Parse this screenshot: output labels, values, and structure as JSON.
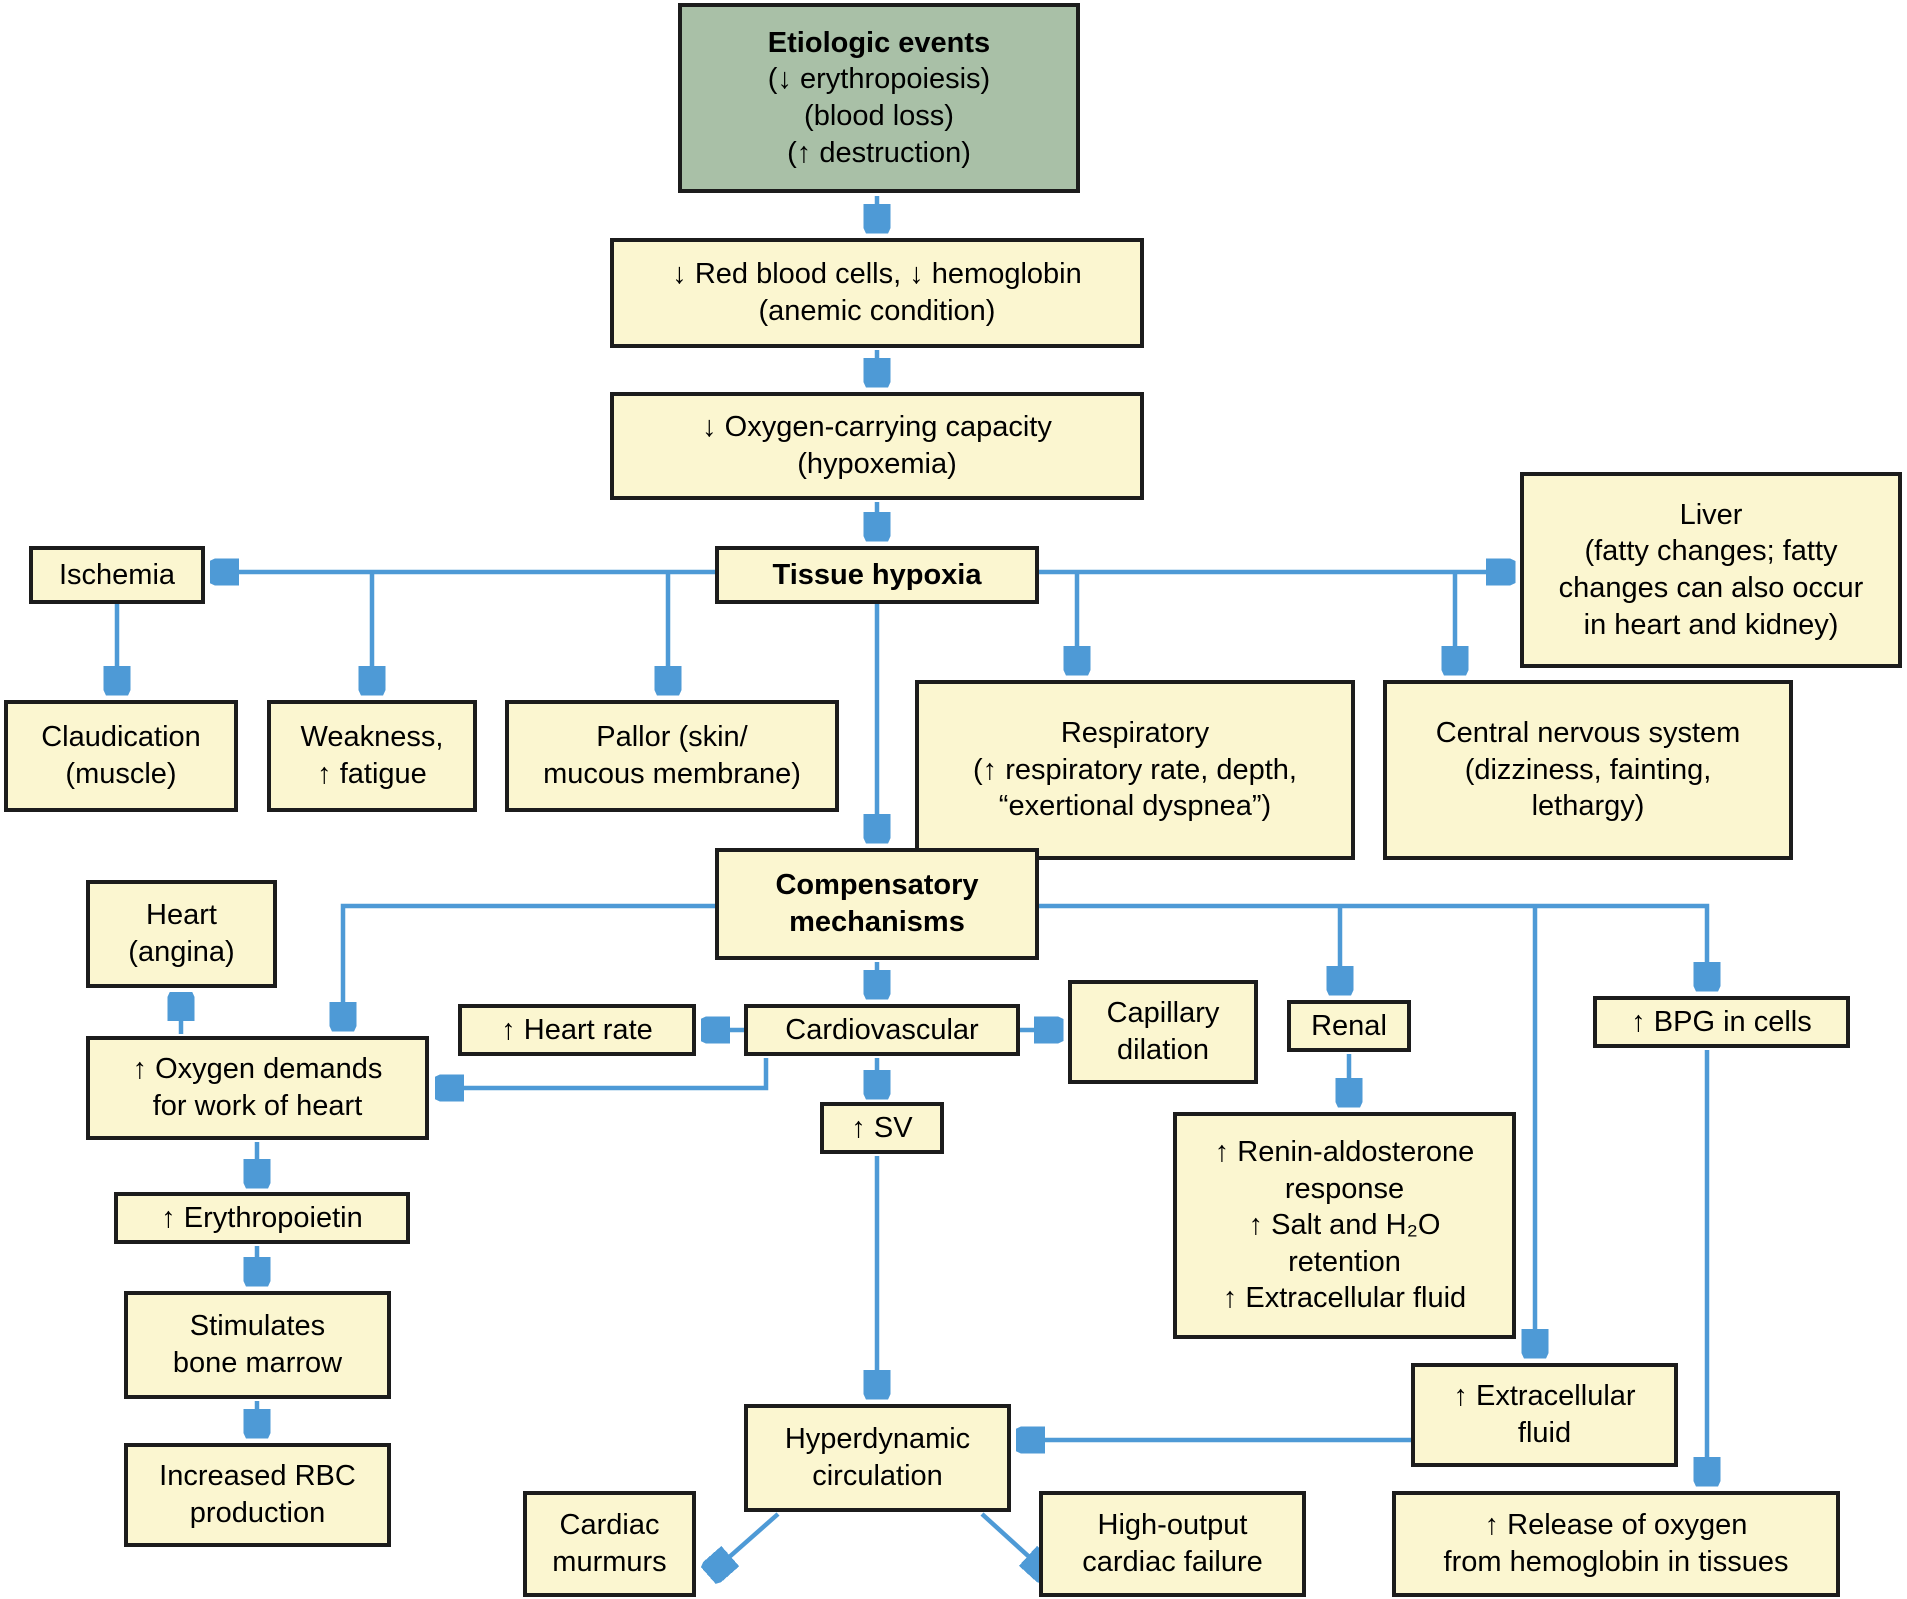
{
  "colors": {
    "page_background": "#ffffff",
    "box_fill": "#fbf6d0",
    "header_fill": "#a9c0a7",
    "box_border": "#1c1c1c",
    "arrow": "#4e9ad6",
    "text": "#000000"
  },
  "nodes": {
    "etiologic": {
      "title": "Etiologic events",
      "subtitle": "(↓ erythropoiesis)\n(blood loss)\n(↑ destruction)"
    },
    "rbc": {
      "text": "↓ Red blood cells, ↓ hemoglobin\n(anemic condition)"
    },
    "oxygen_capacity": {
      "text": "↓ Oxygen-carrying capacity\n(hypoxemia)"
    },
    "tissue_hypoxia": {
      "text": "Tissue hypoxia"
    },
    "ischemia": {
      "text": "Ischemia"
    },
    "liver": {
      "text": "Liver\n(fatty changes; fatty\nchanges can also occur\nin heart and kidney)"
    },
    "claudication": {
      "text": "Claudication\n(muscle)"
    },
    "weakness": {
      "text": "Weakness,\n↑ fatigue"
    },
    "pallor": {
      "text": "Pallor (skin/\nmucous membrane)"
    },
    "respiratory": {
      "text": "Respiratory\n(↑ respiratory rate, depth,\n“exertional dyspnea”)"
    },
    "cns": {
      "text": "Central nervous system\n(dizziness, fainting,\nlethargy)"
    },
    "compensatory": {
      "text": "Compensatory\nmechanisms"
    },
    "heart_angina": {
      "text": "Heart\n(angina)"
    },
    "oxygen_demands": {
      "text": "↑ Oxygen demands\nfor work of heart"
    },
    "heart_rate": {
      "text": "↑ Heart rate"
    },
    "cardiovascular": {
      "text": "Cardiovascular"
    },
    "capillary_dilation": {
      "text": "Capillary\ndilation"
    },
    "renal": {
      "text": "Renal"
    },
    "bpg": {
      "text": "↑ BPG in cells"
    },
    "sv": {
      "text": "↑ SV"
    },
    "renin": {
      "text": "↑ Renin-aldosterone\nresponse\n↑ Salt and H₂O\nretention\n↑ Extracellular fluid"
    },
    "erythropoietin": {
      "text": "↑ Erythropoietin"
    },
    "bone_marrow": {
      "text": "Stimulates\nbone marrow"
    },
    "rbc_production": {
      "text": "Increased RBC\nproduction"
    },
    "ecf": {
      "text": "↑ Extracellular\nfluid"
    },
    "hyperdynamic": {
      "text": "Hyperdynamic\ncirculation"
    },
    "cardiac_murmurs": {
      "text": "Cardiac\nmurmurs"
    },
    "high_output": {
      "text": "High-output\ncardiac failure"
    },
    "oxygen_release": {
      "text": "↑ Release of oxygen\nfrom hemoglobin in tissues"
    }
  },
  "edges": [
    {
      "from": "etiologic",
      "to": "rbc"
    },
    {
      "from": "rbc",
      "to": "oxygen_capacity"
    },
    {
      "from": "oxygen_capacity",
      "to": "tissue_hypoxia"
    },
    {
      "from": "tissue_hypoxia",
      "to": "ischemia"
    },
    {
      "from": "tissue_hypoxia",
      "to": "weakness"
    },
    {
      "from": "tissue_hypoxia",
      "to": "pallor"
    },
    {
      "from": "tissue_hypoxia",
      "to": "respiratory"
    },
    {
      "from": "tissue_hypoxia",
      "to": "cns"
    },
    {
      "from": "tissue_hypoxia",
      "to": "liver"
    },
    {
      "from": "tissue_hypoxia",
      "to": "compensatory"
    },
    {
      "from": "ischemia",
      "to": "claudication"
    },
    {
      "from": "compensatory",
      "to": "oxygen_demands"
    },
    {
      "from": "compensatory",
      "to": "cardiovascular"
    },
    {
      "from": "compensatory",
      "to": "renal"
    },
    {
      "from": "compensatory",
      "to": "ecf"
    },
    {
      "from": "compensatory",
      "to": "bpg"
    },
    {
      "from": "cardiovascular",
      "to": "heart_rate"
    },
    {
      "from": "cardiovascular",
      "to": "capillary_dilation"
    },
    {
      "from": "cardiovascular",
      "to": "sv"
    },
    {
      "from": "cardiovascular",
      "to": "oxygen_demands"
    },
    {
      "from": "oxygen_demands",
      "to": "heart_angina"
    },
    {
      "from": "oxygen_demands",
      "to": "erythropoietin"
    },
    {
      "from": "erythropoietin",
      "to": "bone_marrow"
    },
    {
      "from": "bone_marrow",
      "to": "rbc_production"
    },
    {
      "from": "renal",
      "to": "renin"
    },
    {
      "from": "sv",
      "to": "hyperdynamic"
    },
    {
      "from": "ecf",
      "to": "hyperdynamic"
    },
    {
      "from": "bpg",
      "to": "oxygen_release"
    },
    {
      "from": "hyperdynamic",
      "to": "cardiac_murmurs"
    },
    {
      "from": "hyperdynamic",
      "to": "high_output"
    }
  ]
}
